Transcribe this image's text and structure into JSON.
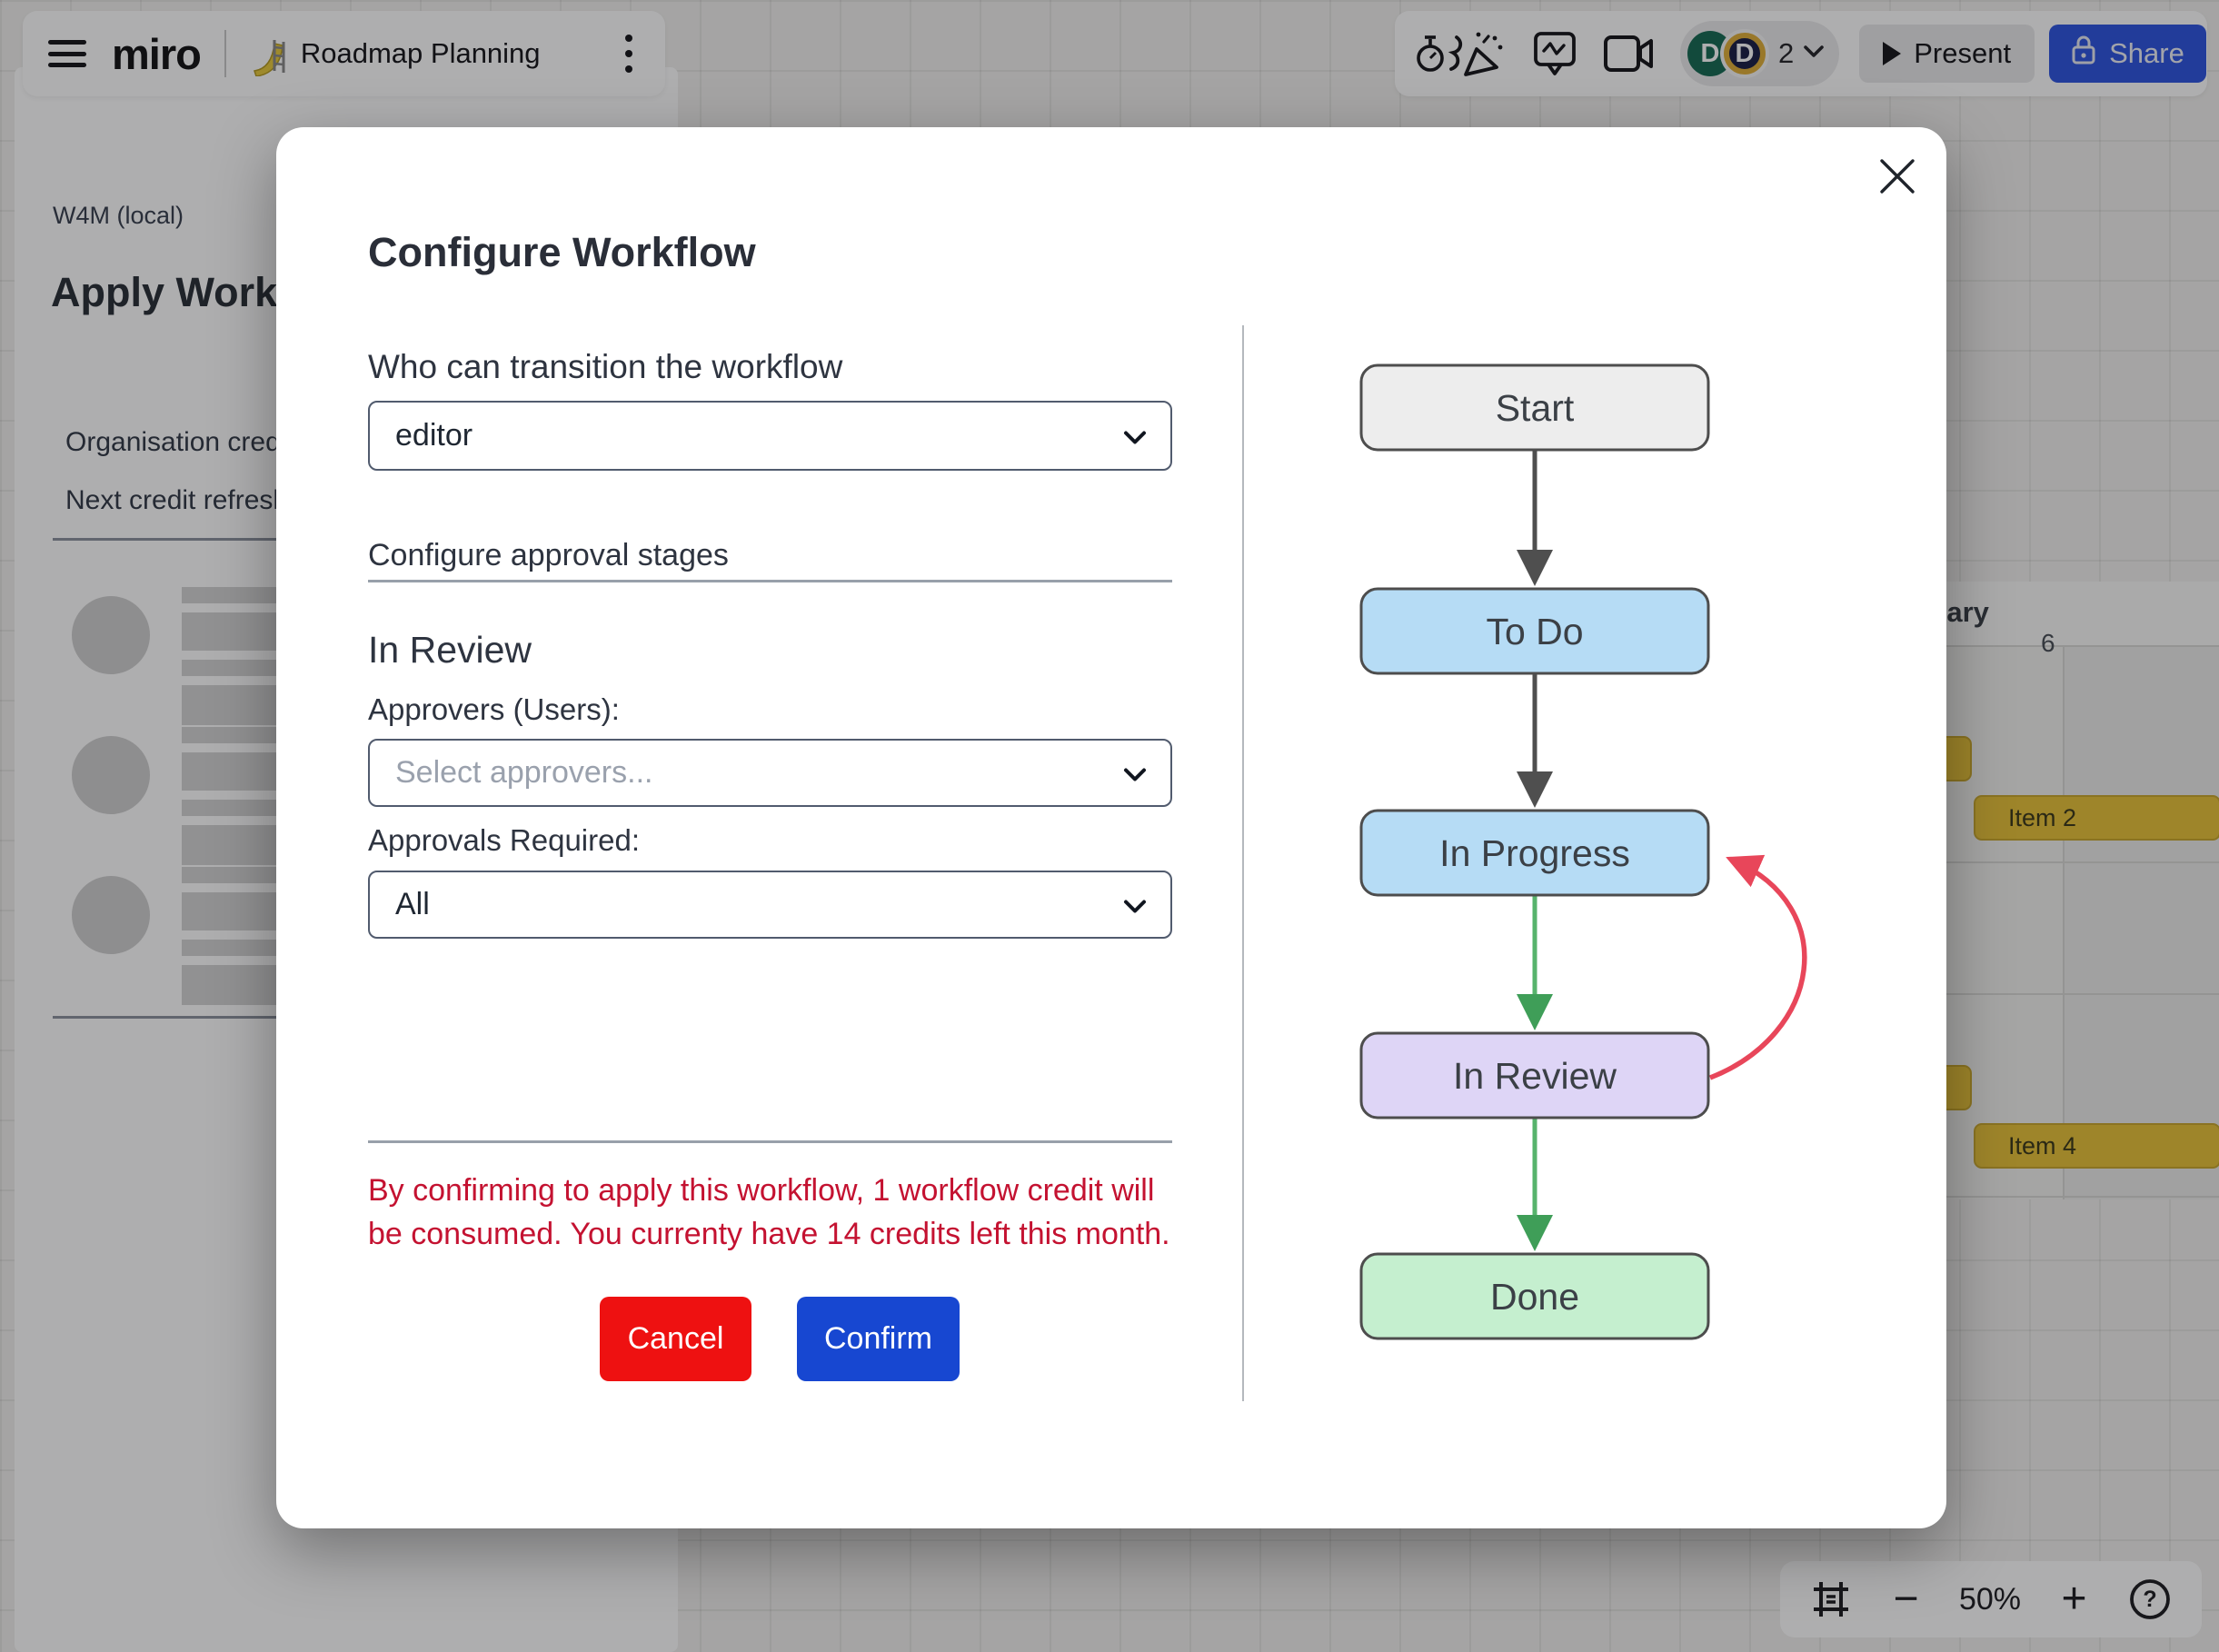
{
  "topbar": {
    "logo": "miro",
    "board_title": "Roadmap Planning",
    "collaborators": {
      "count": "2",
      "avatars": [
        {
          "initial": "D"
        },
        {
          "initial": "D"
        }
      ]
    },
    "present_label": "Present",
    "share_label": "Share",
    "icons": {
      "menu": "hamburger-icon",
      "board": "board-icon",
      "more": "kebab-menu-icon",
      "facilitation": "stopwatch-note-party-icon",
      "comments": "chat-bubble-activity-icon",
      "video": "video-camera-icon",
      "share_lock": "lock-icon"
    }
  },
  "background_panel": {
    "workspace": "W4M (local)",
    "heading": "Apply Workflow",
    "line1": "Organisation credits",
    "line2": "Next credit refresh"
  },
  "timeline": {
    "month": "January",
    "day": "6",
    "item2": "Item 2",
    "item4": "Item 4",
    "item_color": "#e7c23a"
  },
  "zoombar": {
    "minus": "−",
    "level": "50%",
    "plus": "+",
    "help": "?"
  },
  "modal": {
    "title": "Configure Workflow",
    "transition_label": "Who can transition the workflow",
    "transition_value": "editor",
    "approval_section_label": "Configure approval stages",
    "stage_name": "In Review",
    "approvers_label": "Approvers (Users):",
    "approvers_placeholder": "Select approvers...",
    "approvals_required_label": "Approvals Required:",
    "approvals_required_value": "All",
    "warning_line1": "By confirming to apply this workflow, 1 workflow credit will",
    "warning_line2": "be consumed. You currenty have 14 credits left this month.",
    "cancel_label": "Cancel",
    "confirm_label": "Confirm",
    "workflow": {
      "nodes": [
        {
          "label": "Start",
          "fill": "#ededed"
        },
        {
          "label": "To Do",
          "fill": "#b6dcf5"
        },
        {
          "label": "In Progress",
          "fill": "#b6dcf5"
        },
        {
          "label": "In Review",
          "fill": "#ded5f6"
        },
        {
          "label": "Done",
          "fill": "#c5efcf"
        }
      ],
      "arrow_colors": {
        "dark": "#4f4f4f",
        "green_line": "#57b36c",
        "green_head": "#3f9e58",
        "red": "#e8465a"
      }
    },
    "colors": {
      "cancel_red": "#ee1111",
      "confirm_blue": "#1747d1",
      "warning_red": "#c41231"
    }
  },
  "colors": {
    "share_blue": "#2f55e0",
    "avatar_green": "#176b54",
    "avatar_navy": "#1c2047",
    "avatar_ring_gold": "#e0af3a"
  }
}
